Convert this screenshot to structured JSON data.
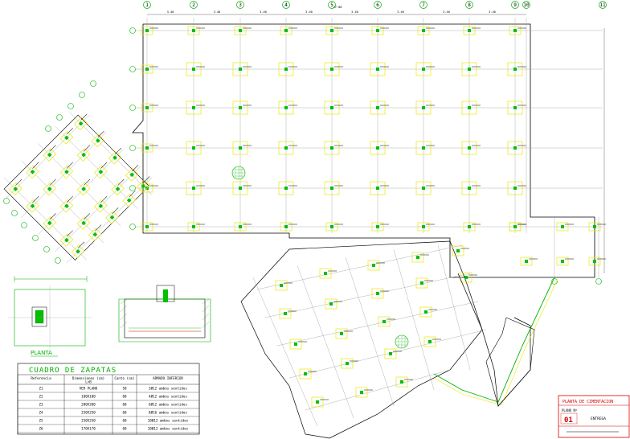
{
  "grid": {
    "top_labels": [
      "1",
      "2",
      "3",
      "4",
      "5",
      "6",
      "7",
      "8",
      "9",
      "10",
      "11"
    ],
    "dims": [
      "3.40",
      "3.40",
      "3.40",
      "3.40",
      "3.40",
      "3.40",
      "3.40",
      "3.40",
      "3.40"
    ],
    "total_dim": "27.00"
  },
  "zapatas": {
    "title": "CUADRO DE ZAPATAS",
    "headers": [
      "Referencia",
      "Dimensiones (cm)\nL×B",
      "Canto (cm)",
      "ARMADO INFERIOR"
    ],
    "rows": [
      [
        "Z1",
        "VER PLANO",
        "50",
        "3Ø12 ambos sentidos"
      ],
      [
        "Z2",
        "100X100",
        "60",
        "4Ø12 ambos sentidos"
      ],
      [
        "Z3",
        "200X200",
        "60",
        "6Ø12 ambos sentidos"
      ],
      [
        "Z4",
        "250X250",
        "60",
        "8Ø16 ambos sentidos"
      ],
      [
        "Z5",
        "250X250",
        "60",
        "10Ø12 ambos sentidos"
      ],
      [
        "Z6",
        "170X170",
        "60",
        "10Ø12 ambos sentidos"
      ]
    ]
  },
  "planta": {
    "label": "PLANTA"
  },
  "title_block": {
    "title": "PLANTA DE CIMENTACION",
    "plano_label": "PLANO Nº",
    "plano_number": "01",
    "subtitle": "ENTREGA"
  },
  "colors": {
    "grid_line": "#9aa0a0",
    "bubble": "#00b000",
    "footing": "#e8e800",
    "column": "#00c000",
    "wall": "#000000",
    "title_red": "#d40000"
  }
}
